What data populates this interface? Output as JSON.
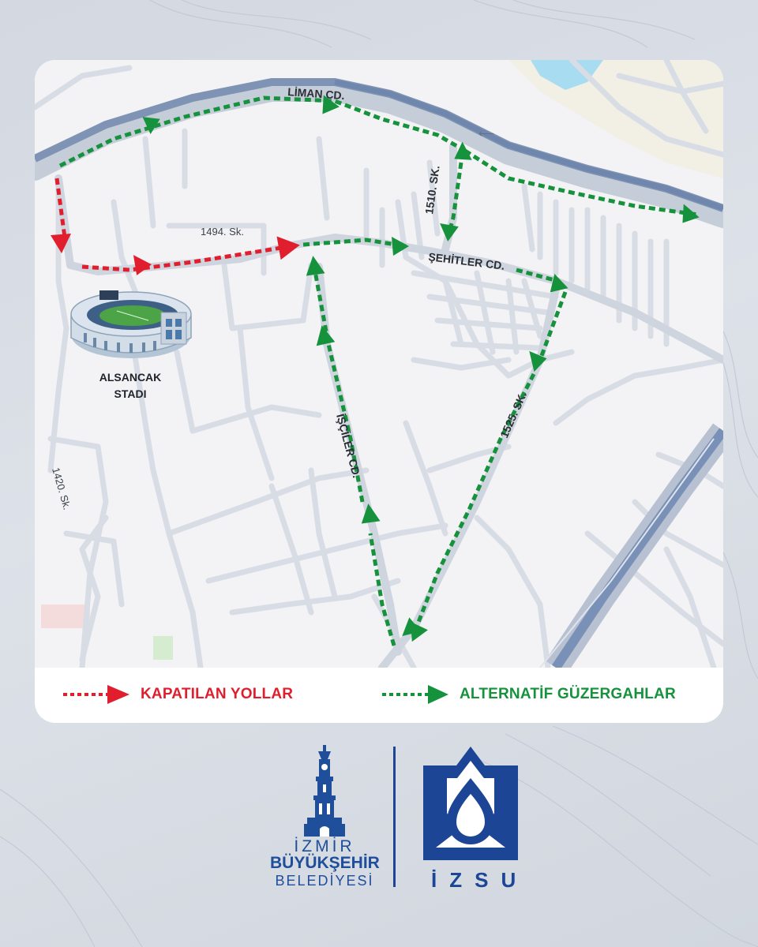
{
  "map": {
    "streets": {
      "liman": "LİMAN CD.",
      "sehitler": "ŞEHİTLER CD.",
      "iscilar": "İŞÇİLER CD.",
      "s1510": "1510. SK.",
      "s1525": "1525. SK.",
      "s1494": "1494. Sk.",
      "s1420": "1420. Sk."
    },
    "landmark": {
      "line1": "ALSANCAK",
      "line2": "STADI",
      "icon": "stadium-icon"
    }
  },
  "legend": {
    "closed": {
      "label": "KAPATILAN YOLLAR",
      "color": "#e01e2d"
    },
    "alternative": {
      "label": "ALTERNATİF GÜZERGAHLAR",
      "color": "#16923d"
    }
  },
  "logos": {
    "ibb": {
      "line1": "İZMİR",
      "line2": "BÜYÜKŞEHİR",
      "line3": "BELEDİYESİ",
      "icon": "clock-tower-icon"
    },
    "izsu": {
      "text": "İZSU",
      "icon": "water-drop-icon"
    }
  },
  "colors": {
    "closed_route": "#e01e2d",
    "alternative_route": "#16923d",
    "brand_blue": "#1c4596"
  }
}
